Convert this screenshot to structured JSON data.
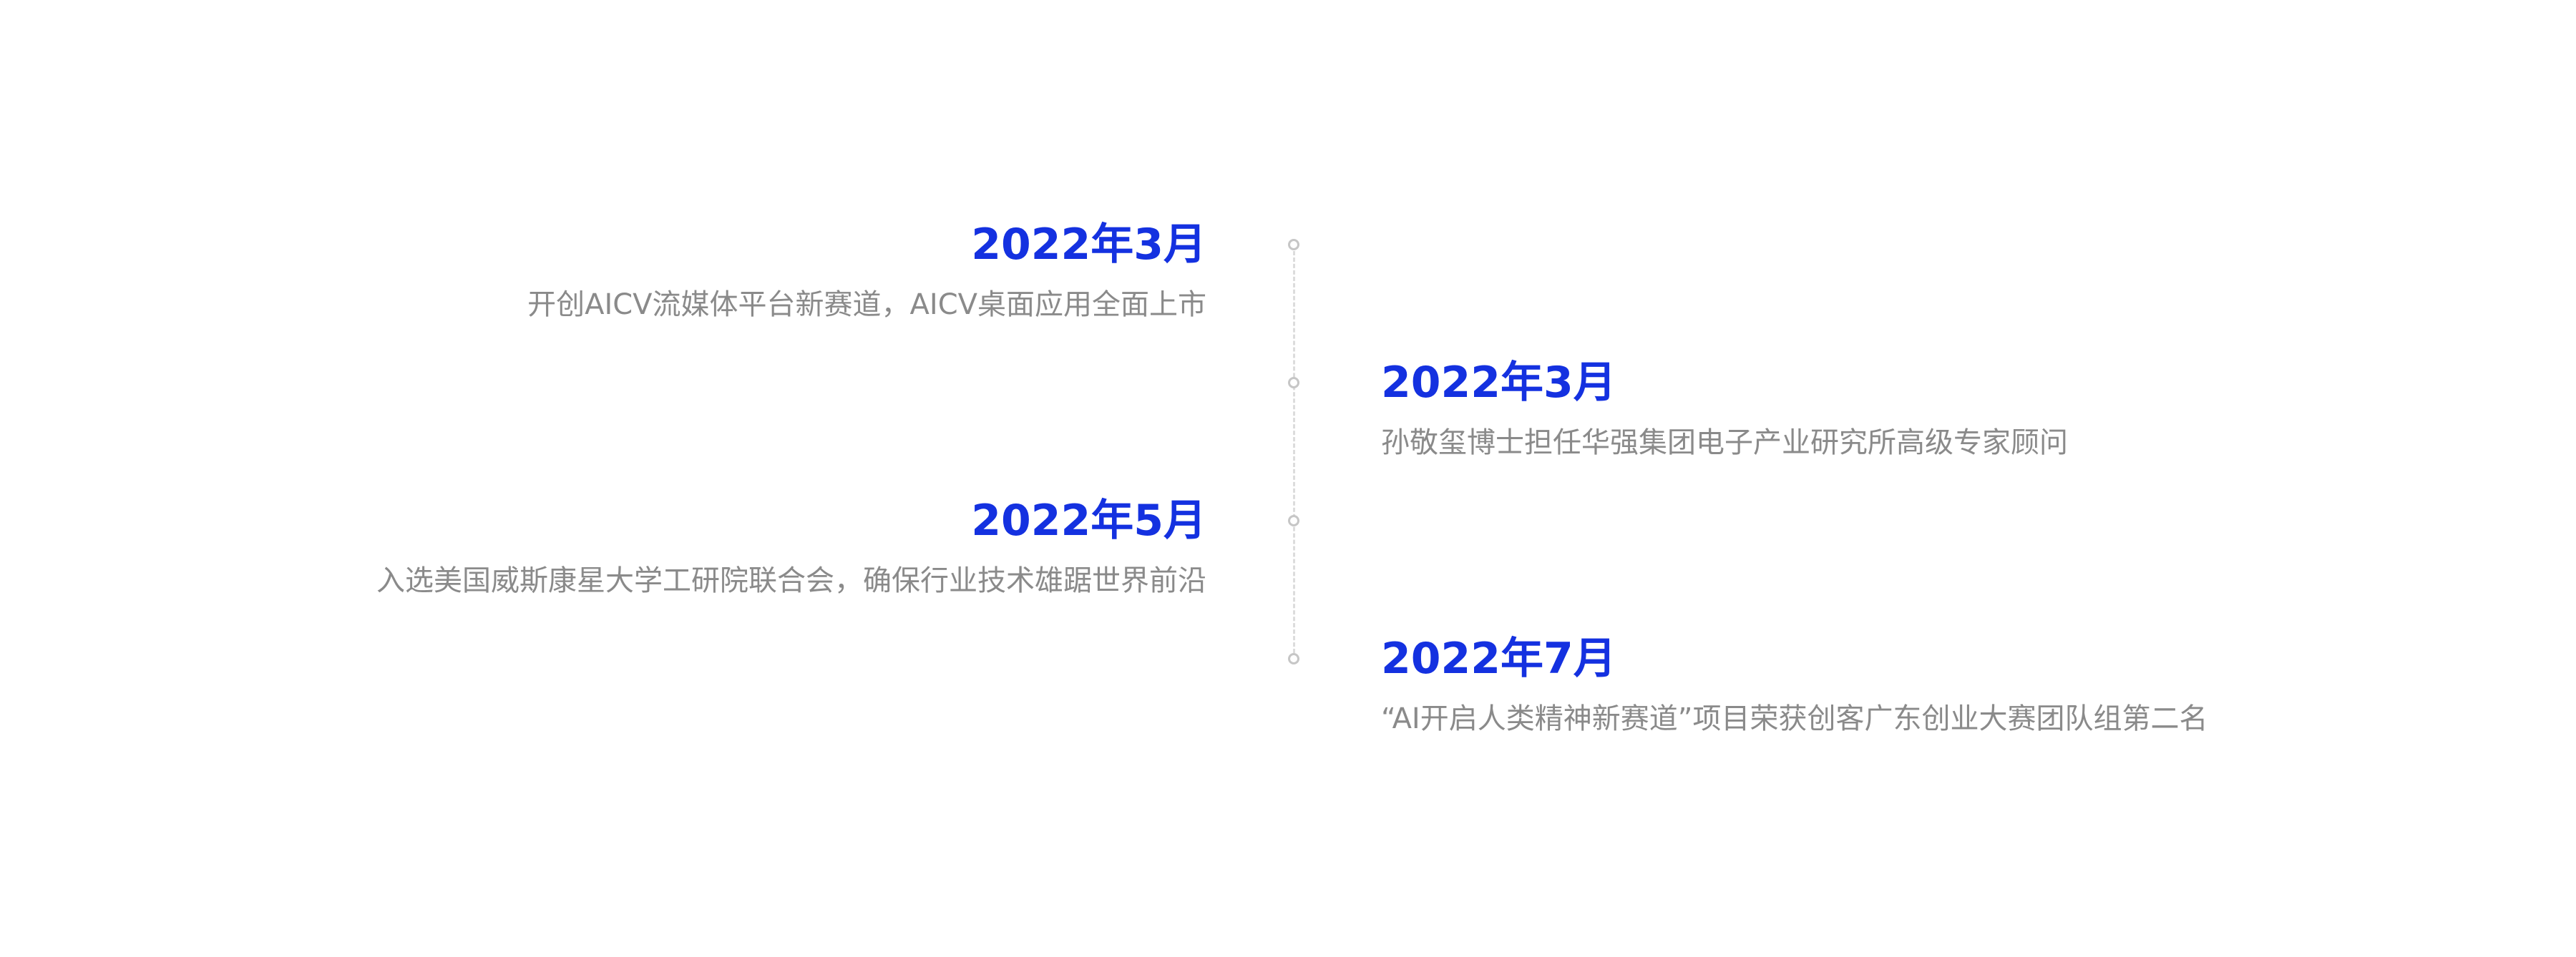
{
  "timeline": {
    "events": [
      {
        "date": "2022年3月",
        "description": "开创AICV流媒体平台新赛道，AICV桌面应用全面上市",
        "side": "left"
      },
      {
        "date": "2022年3月",
        "description": "孙敬玺博士担任华强集团电子产业研究所高级专家顾问",
        "side": "right"
      },
      {
        "date": "2022年5月",
        "description": "入选美国威斯康星大学工研院联合会，确保行业技术雄踞世界前沿",
        "side": "left"
      },
      {
        "date": "2022年7月",
        "description": "“AI开启人类精神新赛道”项目荣获创客广东创业大赛团队组第二名",
        "side": "right"
      }
    ],
    "colors": {
      "date": "#1431e0",
      "description": "#8a8a8a",
      "axis": "#dcdcdc",
      "node": "#c6c6c6"
    }
  }
}
